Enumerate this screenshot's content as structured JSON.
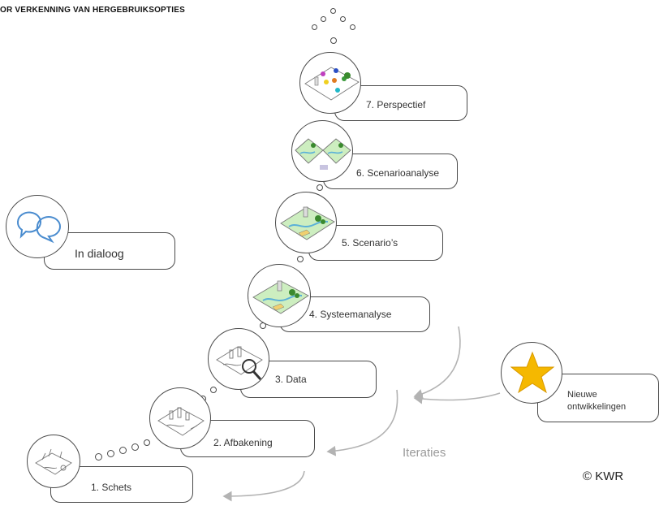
{
  "title": "OR VERKENNING VAN HERGEBRUIKSOPTIES",
  "steps": [
    {
      "label": "1. Schets"
    },
    {
      "label": "2. Afbakening"
    },
    {
      "label": "3. Data"
    },
    {
      "label": "4. Systeemanalyse"
    },
    {
      "label": "5. Scenario’s"
    },
    {
      "label": "6. Scenarioanalyse"
    },
    {
      "label": "7. Perspectief"
    }
  ],
  "dialog_label": "In dialoog",
  "new_dev_label_line1": "Nieuwe",
  "new_dev_label_line2": "ontwikkelingen",
  "iterations_label": "Iteraties",
  "copyright": "© KWR",
  "colors": {
    "outline": "#4a4a4a",
    "arrow": "#b3b3b3",
    "star": "#f5b800",
    "chat": "#4a8ccf",
    "map_green": "#cdeec0"
  }
}
